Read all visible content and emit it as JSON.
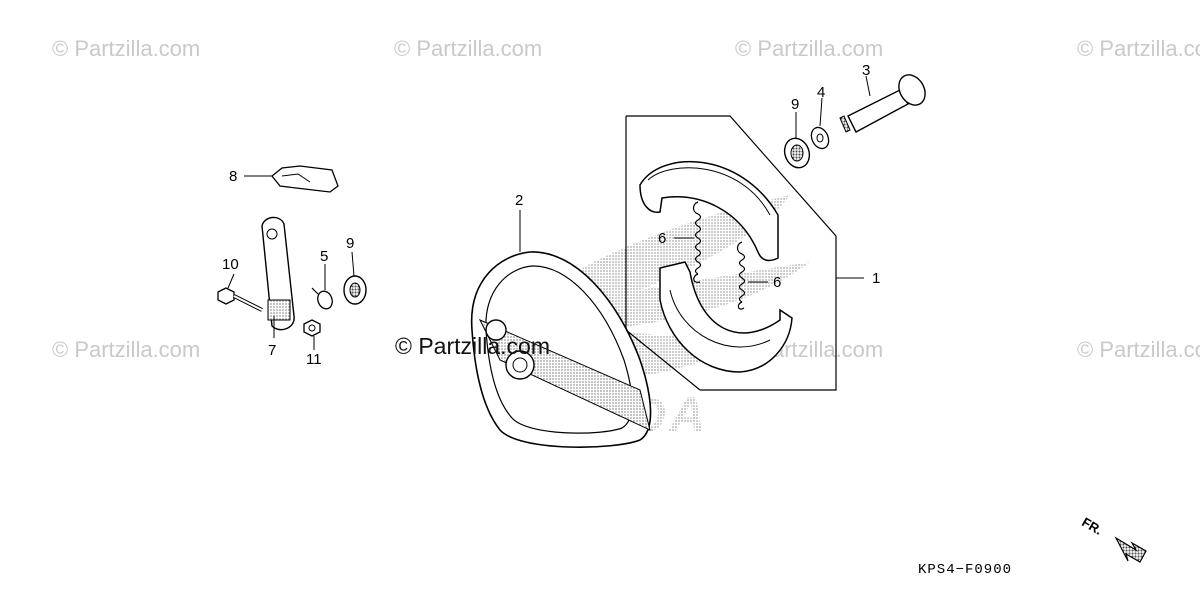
{
  "watermark": "© Partzilla.com",
  "center_watermark": "© Partzilla.com",
  "brand_mark": "HONDA",
  "callouts": {
    "c1": "1",
    "c2": "2",
    "c3": "3",
    "c4": "4",
    "c5": "5",
    "c6a": "6",
    "c6b": "6",
    "c7": "7",
    "c8": "8",
    "c9a": "9",
    "c9b": "9",
    "c10": "10",
    "c11": "11"
  },
  "diagram_code": "KPS4−F0900",
  "direction_label": "FR."
}
